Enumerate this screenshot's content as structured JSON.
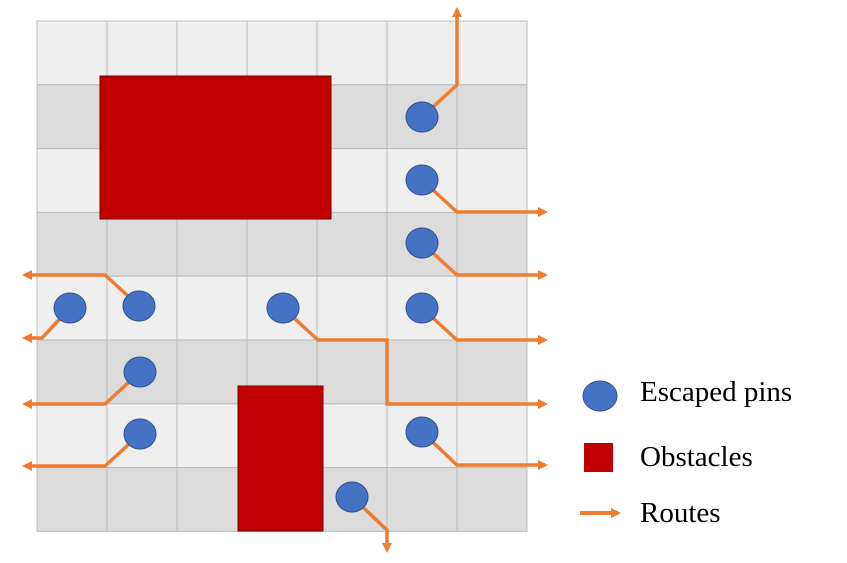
{
  "colors": {
    "cell_light": "#efefef",
    "cell_dark": "#dcdcdc",
    "grid_line": "#bdbdbd",
    "obstacle": "#c00000",
    "pin": "#4472c4",
    "route": "#ed7d31"
  },
  "legend": {
    "pins_label": "Escaped pins",
    "obstacles_label": "Obstacles",
    "routes_label": "Routes"
  }
}
